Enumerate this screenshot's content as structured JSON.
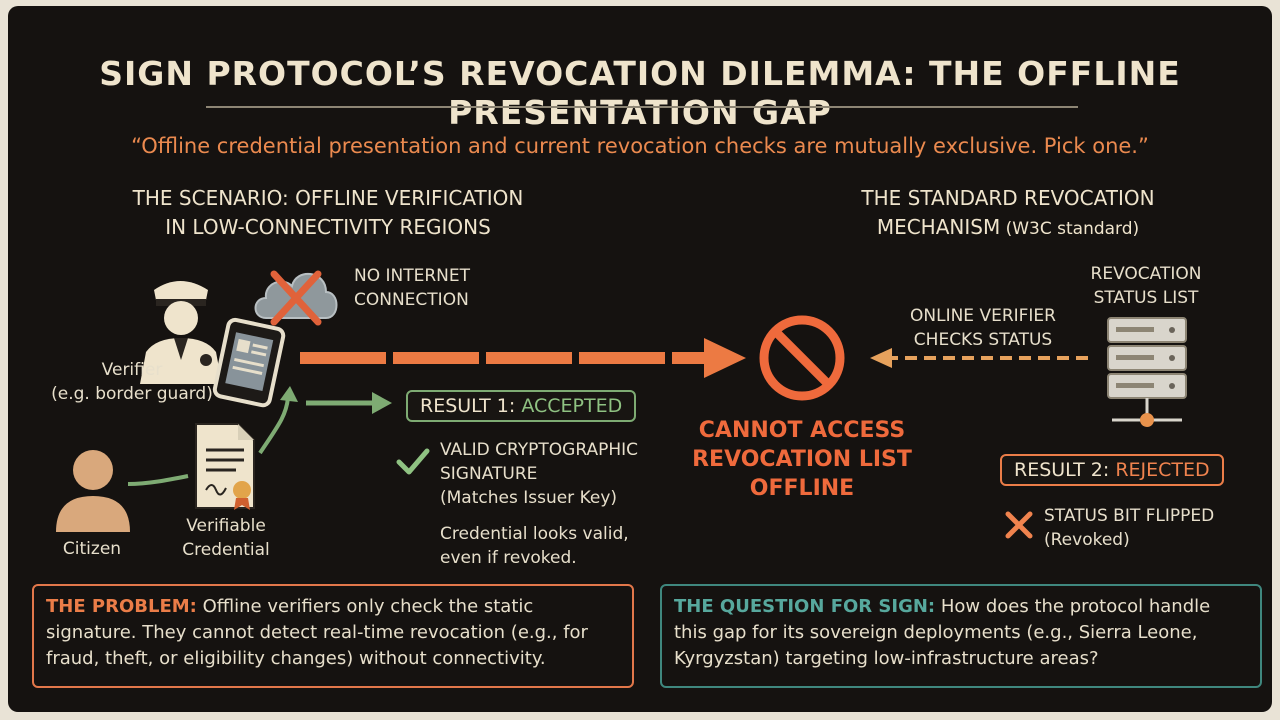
{
  "title": "SIGN PROTOCOL’S REVOCATION DILEMMA: THE OFFLINE PRESENTATION GAP",
  "quote": "“Offline credential presentation and current revocation checks are mutually exclusive. Pick one.”",
  "scenario": {
    "heading_line1": "THE SCENARIO: OFFLINE VERIFICATION",
    "heading_line2": "IN LOW-CONNECTIVITY REGIONS",
    "no_internet_line1": "NO INTERNET",
    "no_internet_line2": "CONNECTION",
    "verifier_line1": "Verifier",
    "verifier_line2": "(e.g. border guard)",
    "citizen": "Citizen",
    "credential_line1": "Verifiable",
    "credential_line2": "Credential"
  },
  "result1": {
    "label": "RESULT 1: ",
    "status": "ACCEPTED",
    "check_line1": "VALID CRYPTOGRAPHIC",
    "check_line2": "SIGNATURE",
    "check_line3": "(Matches Issuer Key)",
    "note_line1": "Credential looks valid,",
    "note_line2": "even if revoked."
  },
  "center": {
    "line1": "CANNOT ACCESS",
    "line2": "REVOCATION LIST",
    "line3": "OFFLINE"
  },
  "mechanism": {
    "heading_line1": "THE STANDARD REVOCATION",
    "heading_line2": "MECHANISM",
    "heading_suffix": " (W3C standard)",
    "online_line1": "ONLINE VERIFIER",
    "online_line2": "CHECKS STATUS",
    "status_list_line1": "REVOCATION",
    "status_list_line2": "STATUS LIST"
  },
  "result2": {
    "label": "RESULT 2: ",
    "status": "REJECTED",
    "x_line1": "STATUS BIT FLIPPED",
    "x_line2": "(Revoked)"
  },
  "problem": {
    "heading": "THE PROBLEM:",
    "text": " Offline verifiers only check the static signature. They cannot detect real-time revocation (e.g., for fraud, theft, or eligibility changes) without connectivity."
  },
  "question": {
    "heading": "THE QUESTION FOR SIGN:",
    "text": " How does the protocol handle this gap for its sovereign deployments (e.g., Sierra Leone, Kyrgyzstan) targeting low-infrastructure areas?"
  },
  "icons": {
    "cloud": "cloud-offline-icon",
    "guard": "border-guard-icon",
    "tablet": "tablet-icon",
    "citizen": "citizen-icon",
    "credential": "credential-document-icon",
    "check": "check-icon",
    "prohibited": "prohibited-icon",
    "server": "server-icon",
    "x": "x-mark-icon"
  },
  "colors": {
    "background": "#151210",
    "text": "#efe4cc",
    "accent_orange": "#eb7d48",
    "accepted_green": "#7eab73",
    "question_teal": "#3f877e",
    "prohibited_red": "#ef6a3c"
  }
}
